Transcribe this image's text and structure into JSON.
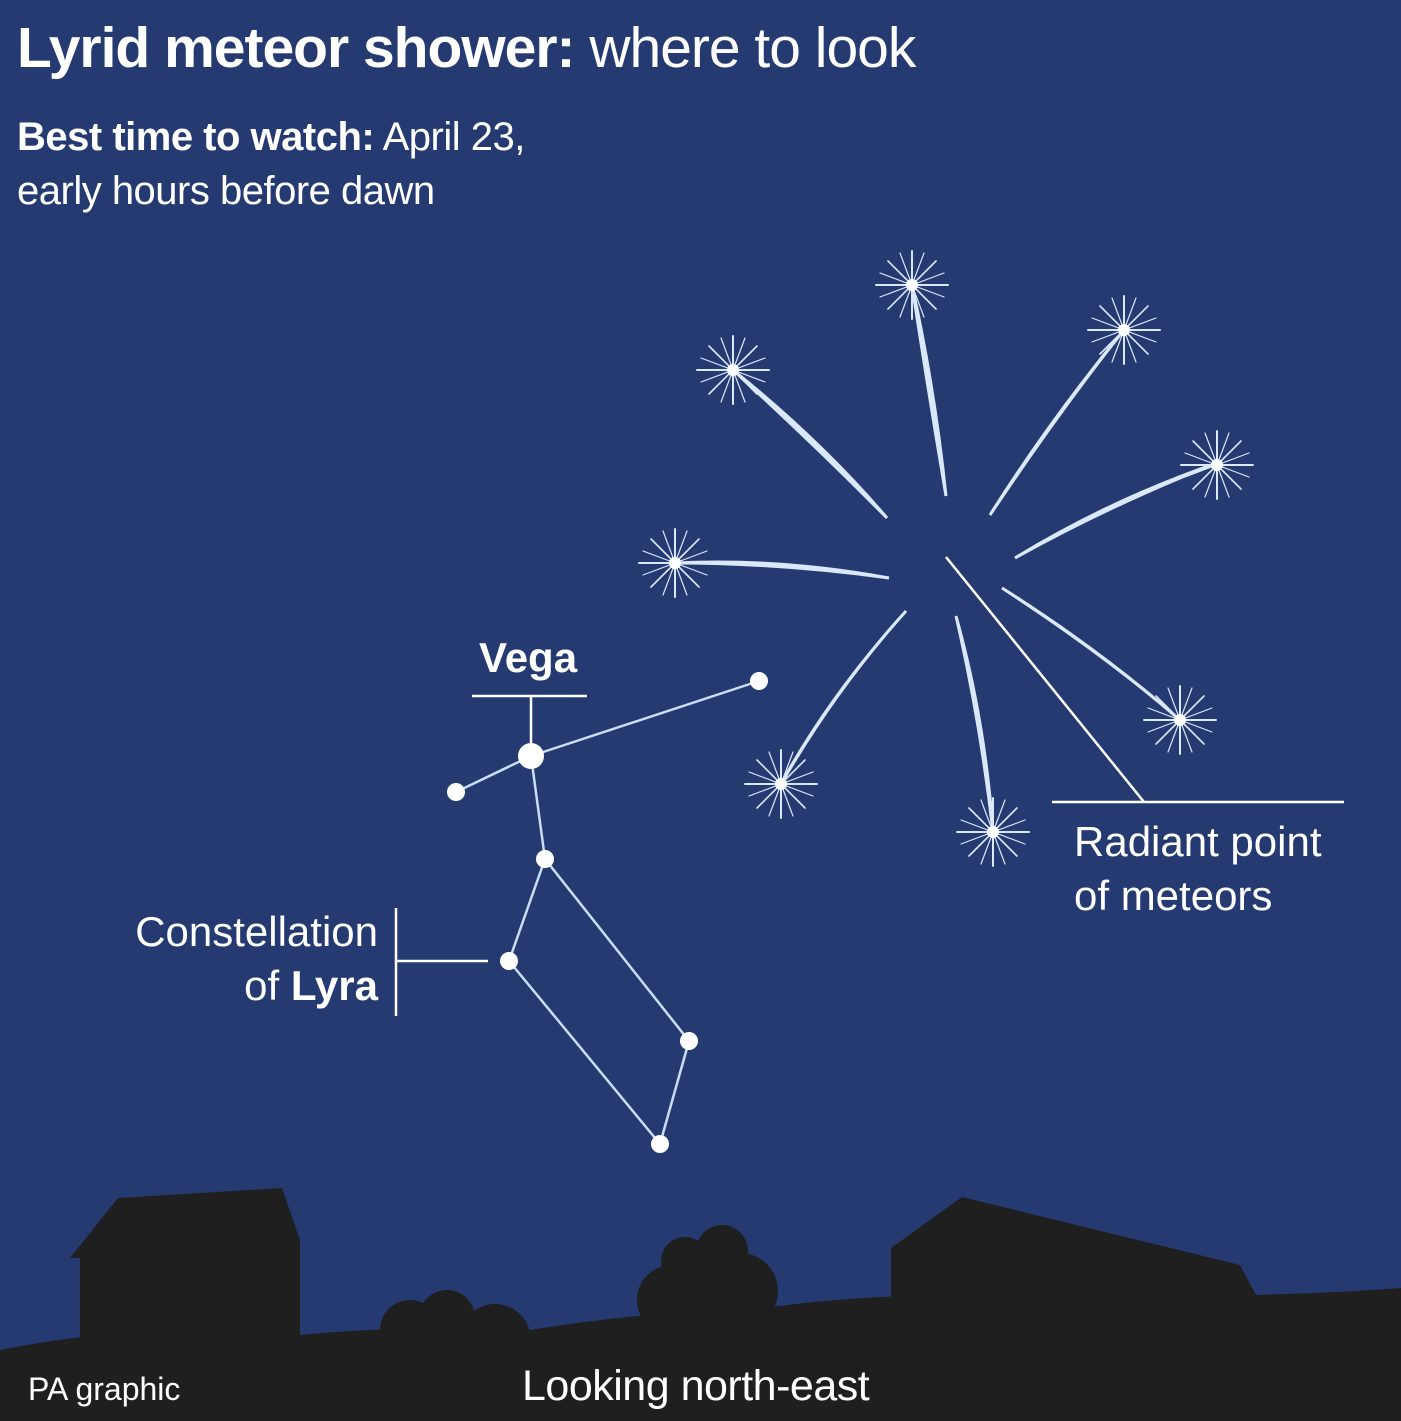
{
  "title": {
    "bold": "Lyrid meteor shower:",
    "regular": " where to look"
  },
  "subtitle": {
    "bold": "Best time to watch:",
    "line1_regular": " April 23,",
    "line2": "early hours before dawn"
  },
  "labels": {
    "vega": "Vega",
    "constellation_line1": "Constellation",
    "constellation_of": "of ",
    "constellation_name": "Lyra",
    "radiant_line1": "Radiant point",
    "radiant_line2": "of meteors"
  },
  "footer": {
    "credit": "PA graphic",
    "direction": "Looking north-east"
  },
  "colors": {
    "sky": "#263a72",
    "silhouette": "#1f1f1f",
    "meteor": "#d9e8fb",
    "text": "#ffffff",
    "line": "#c9def6"
  }
}
